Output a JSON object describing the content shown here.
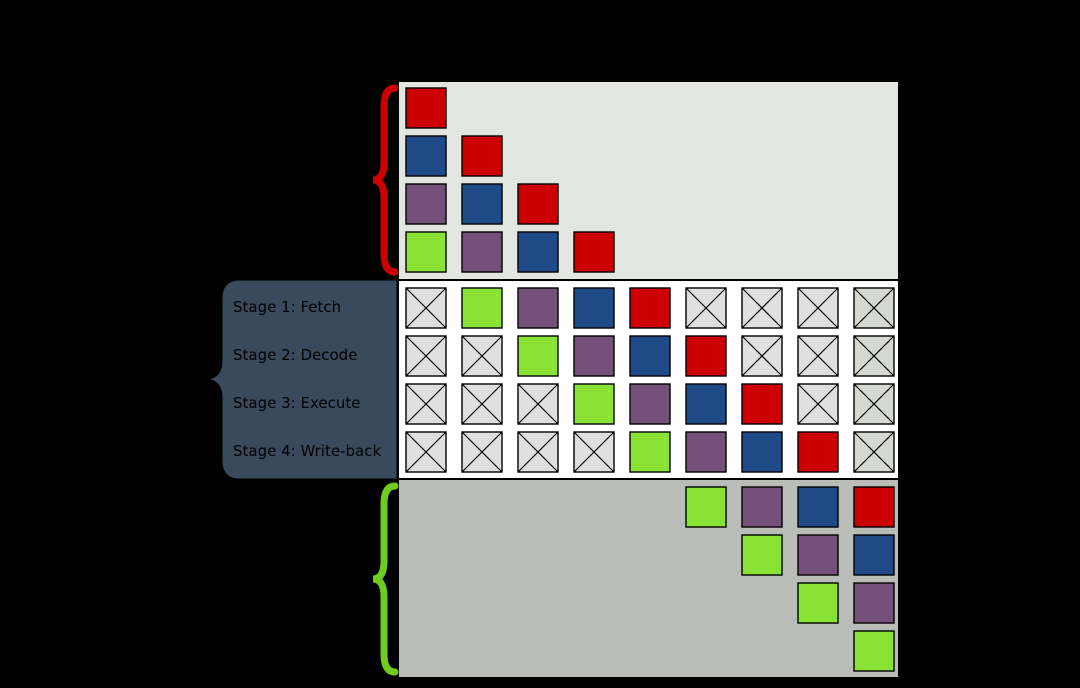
{
  "colors": {
    "background": "#000000",
    "waiting_panel": "#e3e5e0",
    "pipeline_panel": "#ffffff",
    "completed_panel": "#babcb8",
    "label_panel": "#394a5c",
    "waiting_brace": "#cc0000",
    "completed_brace": "#6fcc1c",
    "instruction_red": "#cc0000",
    "instruction_blue": "#204a87",
    "instruction_purple": "#75507b",
    "instruction_green": "#8ae234",
    "bubble_fill": "#e0e0e0",
    "bubble_fill_last": "#d6d8d2"
  },
  "stages": [
    {
      "label": "Stage 1: Fetch"
    },
    {
      "label": "Stage 2: Decode"
    },
    {
      "label": "Stage 3: Execute"
    },
    {
      "label": "Stage 4: Write-back"
    }
  ],
  "legend": {
    "waiting_instructions": [
      [
        "red"
      ],
      [
        "blue",
        "red"
      ],
      [
        "purple",
        "blue",
        "red"
      ],
      [
        "green",
        "purple",
        "blue",
        "red"
      ]
    ],
    "pipeline_grid": [
      [
        "bubble",
        "green",
        "purple",
        "blue",
        "red",
        "bubble",
        "bubble",
        "bubble",
        "bubble"
      ],
      [
        "bubble",
        "bubble",
        "green",
        "purple",
        "blue",
        "red",
        "bubble",
        "bubble",
        "bubble"
      ],
      [
        "bubble",
        "bubble",
        "bubble",
        "green",
        "purple",
        "blue",
        "red",
        "bubble",
        "bubble"
      ],
      [
        "bubble",
        "bubble",
        "bubble",
        "bubble",
        "green",
        "purple",
        "blue",
        "red",
        "bubble"
      ]
    ],
    "completed_instructions": [
      [
        "green",
        "purple",
        "blue",
        "red"
      ],
      [
        "green",
        "purple",
        "blue"
      ],
      [
        "green",
        "purple"
      ],
      [
        "green"
      ]
    ]
  }
}
